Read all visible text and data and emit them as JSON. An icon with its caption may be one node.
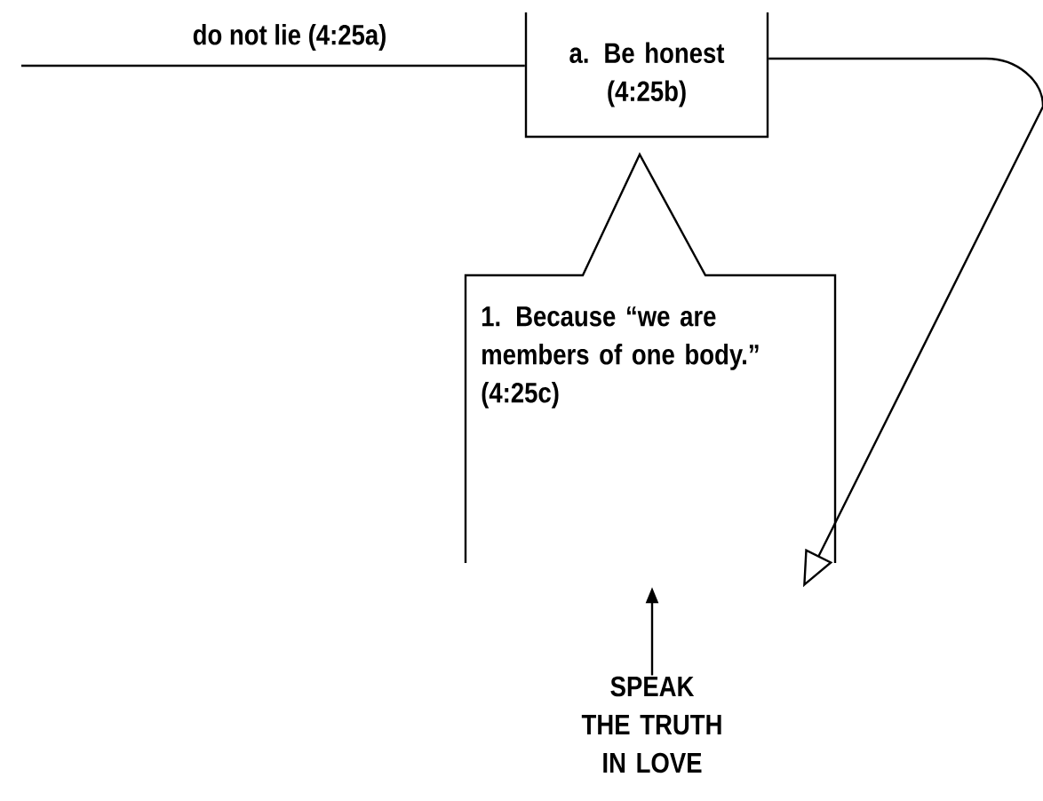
{
  "diagram": {
    "nodes": [
      {
        "text": [
          "a. Be honest (4:25b)"
        ]
      },
      {
        "text": [
          "1. Because “we are members of one body.” (4:25c)"
        ]
      },
      {
        "text": [
          "SPEAK THE TRUTH IN LOVE"
        ]
      }
    ],
    "edges": [
      {
        "from": null,
        "to": 0,
        "arrow": "none",
        "label": "do not lie (4:25a)"
      },
      {
        "from": 0,
        "to": 1,
        "arrow": "to"
      },
      {
        "from": 2,
        "to": 1,
        "arrow": "to"
      }
    ]
  }
}
